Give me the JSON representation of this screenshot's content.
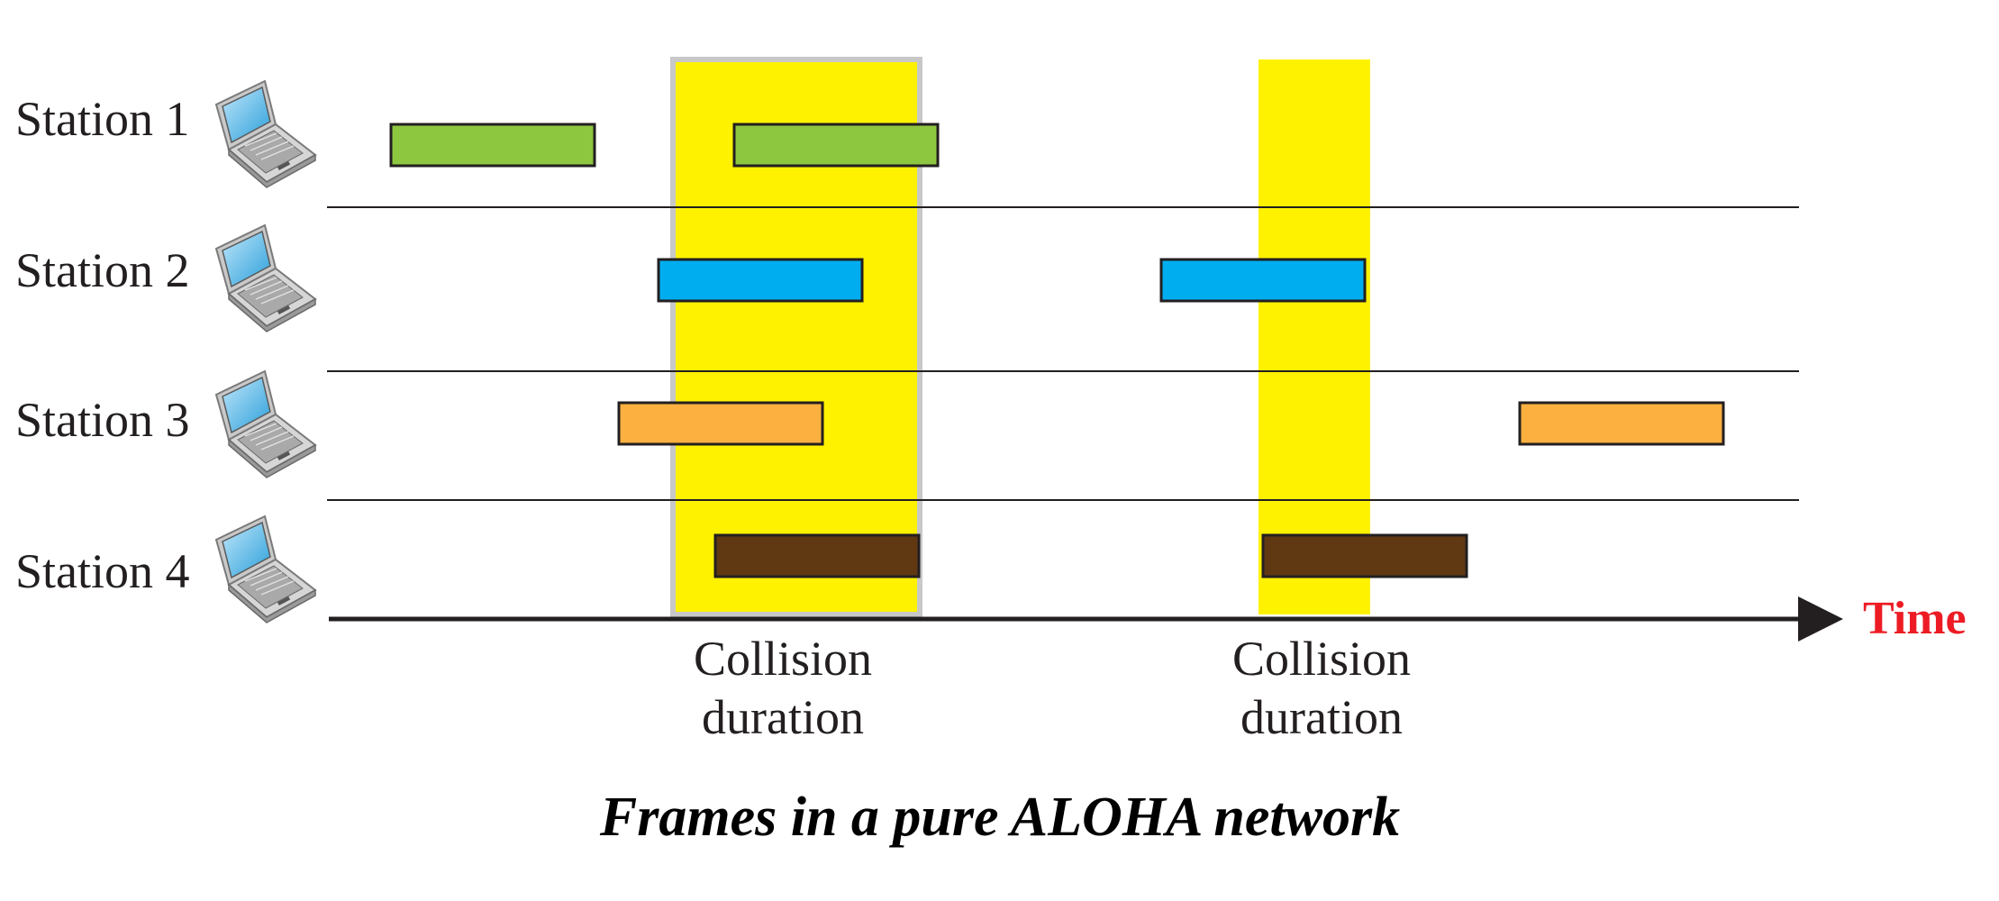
{
  "diagram": {
    "caption": "Frames in a pure ALOHA network",
    "time_label": "Time",
    "stations": [
      {
        "label": "Station 1",
        "icon": "laptop-icon"
      },
      {
        "label": "Station 2",
        "icon": "laptop-icon"
      },
      {
        "label": "Station 3",
        "icon": "laptop-icon"
      },
      {
        "label": "Station 4",
        "icon": "laptop-icon"
      }
    ],
    "collisions": [
      {
        "label_line1": "Collision",
        "label_line2": "duration"
      },
      {
        "label_line1": "Collision",
        "label_line2": "duration"
      }
    ]
  },
  "colors": {
    "collision_highlight": "#fff200",
    "collision_border": "#c8c8c8",
    "station1_frame": "#8dc63f",
    "station2_frame": "#00aeef",
    "station3_frame": "#fbb040",
    "station4_frame": "#603913",
    "frame_border": "#231f20",
    "axis": "#231f20",
    "time_label": "#ed1c24",
    "separator": "#231f20"
  }
}
